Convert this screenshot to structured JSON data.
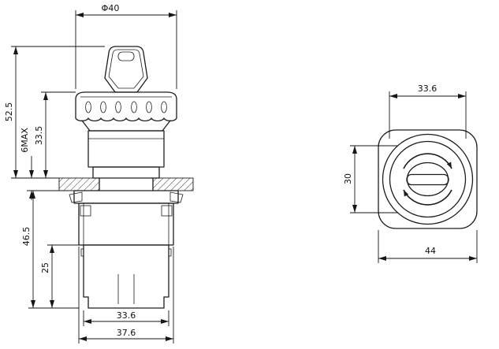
{
  "drawing": {
    "type": "technical-drawing",
    "subject": "emergency-stop-key-release-pushbutton",
    "colors": {
      "line": "#1d1d1d",
      "background": "#ffffff"
    },
    "views": {
      "side": {
        "name": "side-view",
        "dims": {
          "head_diameter": "Φ40",
          "total_height": "52.5",
          "panel_thickness": "6MAX",
          "head_height": "33.5",
          "below_panel_height": "46.5",
          "lower_block_height": "25",
          "block_width": "33.6",
          "body_width": "37.6"
        }
      },
      "front": {
        "name": "front-view",
        "dims": {
          "inner_width": "33.6",
          "inner_height": "30",
          "outer_width": "44"
        }
      }
    }
  }
}
